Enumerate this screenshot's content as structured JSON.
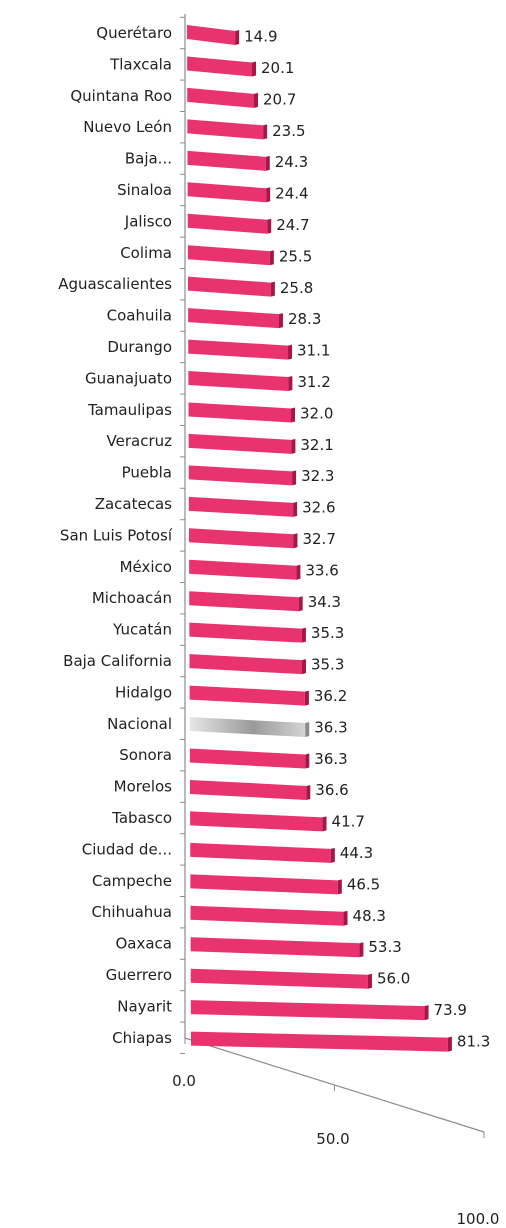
{
  "chart_data": {
    "type": "bar",
    "orientation": "horizontal",
    "categories": [
      "Querétaro",
      "Tlaxcala",
      "Quintana Roo",
      "Nuevo León",
      "Baja...",
      "Sinaloa",
      "Jalisco",
      "Colima",
      "Aguascalientes",
      "Coahuila",
      "Durango",
      "Guanajuato",
      "Tamaulipas",
      "Veracruz",
      "Puebla",
      "Zacatecas",
      "San Luis Potosí",
      "México",
      "Michoacán",
      "Yucatán",
      "Baja California",
      "Hidalgo",
      "Nacional",
      "Sonora",
      "Morelos",
      "Tabasco",
      "Ciudad de...",
      "Campeche",
      "Chihuahua",
      "Oaxaca",
      "Guerrero",
      "Nayarit",
      "Chiapas"
    ],
    "values": [
      14.9,
      20.1,
      20.7,
      23.5,
      24.3,
      24.4,
      24.7,
      25.5,
      25.8,
      28.3,
      31.1,
      31.2,
      32.0,
      32.1,
      32.3,
      32.6,
      32.7,
      33.6,
      34.3,
      35.3,
      35.3,
      36.2,
      36.3,
      36.3,
      36.6,
      41.7,
      44.3,
      46.5,
      48.3,
      53.3,
      56.0,
      73.9,
      81.3
    ],
    "value_labels": [
      "14.9",
      "20.1",
      "20.7",
      "23.5",
      "24.3",
      "24.4",
      "24.7",
      "25.5",
      "25.8",
      "28.3",
      "31.1",
      "31.2",
      "32.0",
      "32.1",
      "32.3",
      "32.6",
      "32.7",
      "33.6",
      "34.3",
      "35.3",
      "35.3",
      "36.2",
      "36.3",
      "36.3",
      "36.6",
      "41.7",
      "44.3",
      "46.5",
      "48.3",
      "53.3",
      "56.0",
      "73.9",
      "81.3"
    ],
    "highlight_category": "Nacional",
    "xlim": [
      0,
      100
    ],
    "x_ticks": [
      "0.0",
      "50.0",
      "100.0"
    ],
    "title": "",
    "xlabel": "",
    "ylabel": "",
    "grid": false,
    "legend": "none",
    "colors": {
      "bar": "#e8336e",
      "bar_shade": "#a81648",
      "highlight": "#bfbfbf",
      "highlight_shade": "#8a8a8a",
      "axis": "#8c8c8c",
      "text": "#222222"
    }
  }
}
